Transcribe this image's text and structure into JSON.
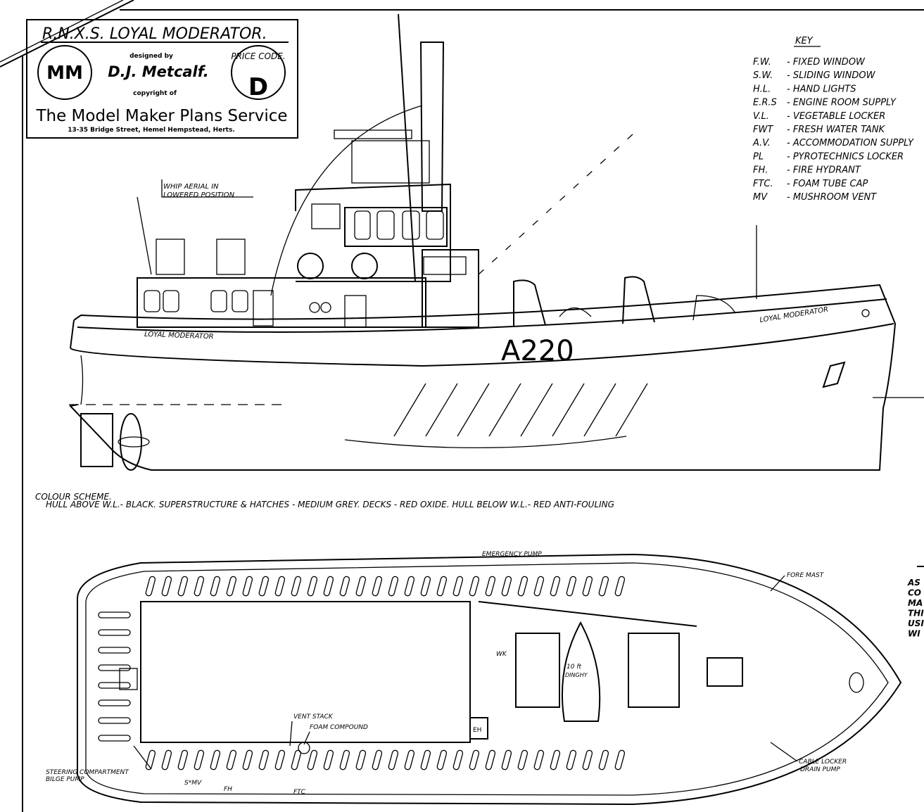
{
  "title_block": {
    "title": "R.N.X.S. LOYAL MODERATOR.",
    "designed_by_label": "designed by",
    "designer": "D.J. Metcalf.",
    "copyright_label": "copyright of",
    "publisher": "The Model Maker Plans Service",
    "address": "13-35 Bridge Street, Hemel Hempstead, Herts.",
    "logo_text": "MM",
    "price_code_label": "PRICE CODE.",
    "price_code": "D"
  },
  "key": {
    "heading": "KEY",
    "items": [
      {
        "abbr": "F.W.",
        "meaning": "- FIXED WINDOW"
      },
      {
        "abbr": "S.W.",
        "meaning": "- SLIDING WINDOW"
      },
      {
        "abbr": "H.L.",
        "meaning": "- HAND LIGHTS"
      },
      {
        "abbr": "E.R.S",
        "meaning": "- ENGINE ROOM SUPPLY"
      },
      {
        "abbr": "V.L.",
        "meaning": "- VEGETABLE LOCKER"
      },
      {
        "abbr": "FWT",
        "meaning": "- FRESH WATER TANK"
      },
      {
        "abbr": "A.V.",
        "meaning": "- ACCOMMODATION SUPPLY"
      },
      {
        "abbr": "PL",
        "meaning": "- PYROTECHNICS LOCKER"
      },
      {
        "abbr": "FH.",
        "meaning": "- FIRE HYDRANT"
      },
      {
        "abbr": "FTC.",
        "meaning": "- FOAM TUBE CAP"
      },
      {
        "abbr": "MV",
        "meaning": "- MUSHROOM VENT"
      }
    ]
  },
  "elevation": {
    "aerial_note_1": "WHIP AERIAL IN",
    "aerial_note_2": "LOWERED POSITION",
    "name_aft": "LOYAL MODERATOR",
    "name_fwd": "LOYAL MODERATOR",
    "pennant": "A220"
  },
  "colour_scheme": {
    "heading": "COLOUR SCHEME.",
    "text": "HULL ABOVE W.L.- BLACK. SUPERSTRUCTURE & HATCHES - MEDIUM GREY. DECKS - RED OXIDE. HULL BELOW  W.L.- RED ANTI-FOULING"
  },
  "plan": {
    "emergency_pump": "EMERGENCY PUMP",
    "fore_mast": "FORE MAST",
    "wk": "WK",
    "dinghy_1": "10 ft",
    "dinghy_2": "DINGHY",
    "vent_stack": "VENT STACK",
    "foam_compound": "FOAM COMPOUND",
    "eh": "EH",
    "steering_1": "STEERING COMPARTMENT",
    "steering_2": "BILGE PUMP",
    "smv": "S*MV",
    "fh": "FH",
    "ftc": "FTC",
    "cable_1": "CABLE LOCKER",
    "cable_2": "DRAIN PUMP"
  },
  "side_note": {
    "lines": [
      "AS",
      "CO",
      "MA",
      "THI",
      "USI",
      "WI"
    ]
  }
}
